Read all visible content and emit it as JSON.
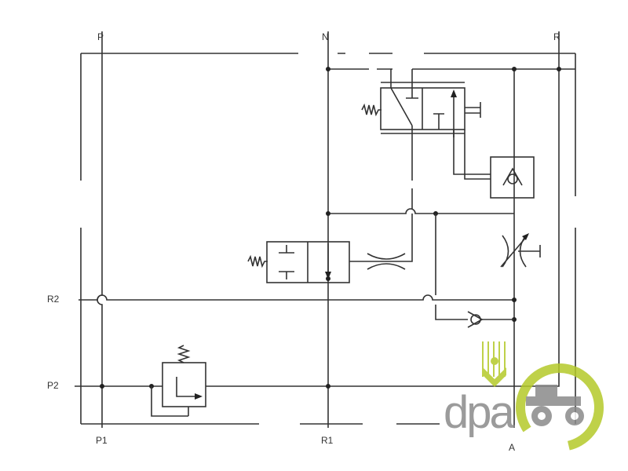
{
  "ports": {
    "P": "P",
    "N": "N",
    "R": "R",
    "R2": "R2",
    "P2": "P2",
    "P1": "P1",
    "R1": "R1",
    "A": "A"
  },
  "logo": {
    "text": "dpa",
    "gray": "#8a8a8a",
    "green": "#b5c92a"
  },
  "colors": {
    "line": "#333333"
  }
}
